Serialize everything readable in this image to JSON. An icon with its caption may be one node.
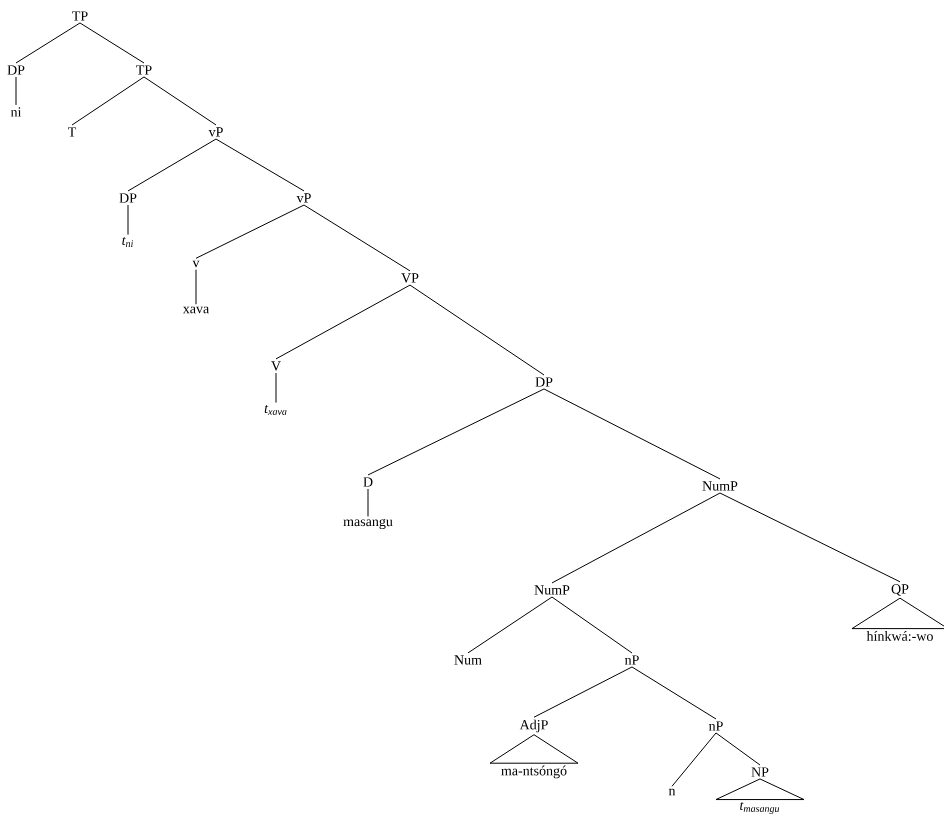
{
  "diagram": {
    "nodes": [
      {
        "text": [
          "TP"
        ]
      },
      {
        "text": [
          "DP"
        ]
      },
      {
        "text": [
          "ni"
        ]
      },
      {
        "text": [
          "TP"
        ]
      },
      {
        "text": [
          "T"
        ]
      },
      {
        "text": [
          "vP"
        ]
      },
      {
        "text": [
          "DP"
        ]
      },
      {
        "text": [
          "t$_{ni}$"
        ]
      },
      {
        "text": [
          "vP"
        ]
      },
      {
        "text": [
          "v"
        ]
      },
      {
        "text": [
          "xava"
        ]
      },
      {
        "text": [
          "VP"
        ]
      },
      {
        "text": [
          "V"
        ]
      },
      {
        "text": [
          "t$_{xava}$"
        ]
      },
      {
        "text": [
          "DP"
        ]
      },
      {
        "text": [
          "D"
        ]
      },
      {
        "text": [
          "masangu"
        ]
      },
      {
        "text": [
          "NumP"
        ]
      },
      {
        "text": [
          "NumP"
        ]
      },
      {
        "text": [
          "QP"
        ]
      },
      {
        "text": [
          "hínkwá:-wo"
        ]
      },
      {
        "text": [
          "Num"
        ]
      },
      {
        "text": [
          "nP"
        ]
      },
      {
        "text": [
          "AdjP"
        ]
      },
      {
        "text": [
          "ma-ntsóngó"
        ]
      },
      {
        "text": [
          "nP"
        ]
      },
      {
        "text": [
          "n"
        ]
      },
      {
        "text": [
          "NP"
        ]
      },
      {
        "text": [
          "t$_{masangu}$"
        ]
      }
    ],
    "edges": [
      {
        "from": 0,
        "to": 1,
        "arrow": "none"
      },
      {
        "from": 0,
        "to": 3,
        "arrow": "none"
      },
      {
        "from": 1,
        "to": 2,
        "arrow": "none"
      },
      {
        "from": 3,
        "to": 4,
        "arrow": "none"
      },
      {
        "from": 3,
        "to": 5,
        "arrow": "none"
      },
      {
        "from": 5,
        "to": 6,
        "arrow": "none"
      },
      {
        "from": 5,
        "to": 8,
        "arrow": "none"
      },
      {
        "from": 6,
        "to": 7,
        "arrow": "none"
      },
      {
        "from": 8,
        "to": 9,
        "arrow": "none"
      },
      {
        "from": 8,
        "to": 11,
        "arrow": "none"
      },
      {
        "from": 9,
        "to": 10,
        "arrow": "none"
      },
      {
        "from": 11,
        "to": 12,
        "arrow": "none"
      },
      {
        "from": 11,
        "to": 14,
        "arrow": "none"
      },
      {
        "from": 12,
        "to": 13,
        "arrow": "none"
      },
      {
        "from": 14,
        "to": 15,
        "arrow": "none"
      },
      {
        "from": 14,
        "to": 17,
        "arrow": "none"
      },
      {
        "from": 15,
        "to": 16,
        "arrow": "none"
      },
      {
        "from": 17,
        "to": 18,
        "arrow": "none"
      },
      {
        "from": 17,
        "to": 19,
        "arrow": "none"
      },
      {
        "from": 19,
        "to": 20,
        "arrow": "none"
      },
      {
        "from": 18,
        "to": 21,
        "arrow": "none"
      },
      {
        "from": 18,
        "to": 22,
        "arrow": "none"
      },
      {
        "from": 22,
        "to": 23,
        "arrow": "none"
      },
      {
        "from": 22,
        "to": 25,
        "arrow": "none"
      },
      {
        "from": 23,
        "to": 24,
        "arrow": "none"
      },
      {
        "from": 25,
        "to": 26,
        "arrow": "none"
      },
      {
        "from": 25,
        "to": 27,
        "arrow": "none"
      },
      {
        "from": 27,
        "to": 28,
        "arrow": "none"
      }
    ]
  }
}
